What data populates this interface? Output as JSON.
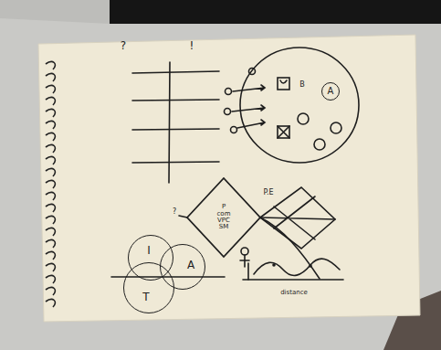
{
  "diagram": {
    "nodes": [
      {
        "text": [
          "A"
        ]
      },
      {
        "text": [
          "P com VPC SM"
        ]
      },
      {
        "text": [
          "I"
        ]
      },
      {
        "text": [
          "A"
        ]
      },
      {
        "text": [
          "T"
        ]
      }
    ],
    "labels": [
      "?",
      "!",
      "B",
      "?",
      "P.E",
      "distance"
    ]
  }
}
